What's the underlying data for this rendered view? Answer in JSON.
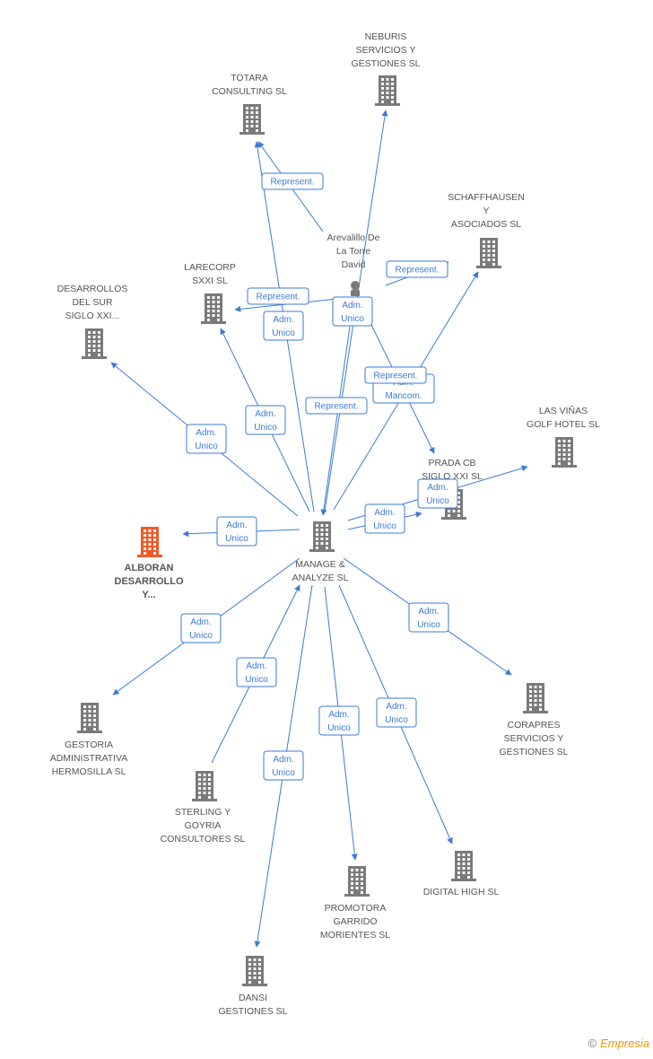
{
  "colors": {
    "building": "#7a7a7a",
    "highlight": "#f05a28",
    "edge": "#3a7bd5",
    "person": "#7a7a7a"
  },
  "nodes": [
    {
      "id": "manage",
      "type": "company",
      "lines": [
        "MANAGE &",
        "ANALYZE SL"
      ]
    },
    {
      "id": "alboran",
      "type": "company",
      "highlight": true,
      "lines": [
        "ALBORAN",
        "DESARROLLO",
        "Y..."
      ]
    },
    {
      "id": "neburis",
      "type": "company",
      "lines": [
        "NEBURIS",
        "SERVICIOS Y",
        "GESTIONES SL"
      ]
    },
    {
      "id": "totara",
      "type": "company",
      "lines": [
        "TOTARA",
        "CONSULTING  SL"
      ]
    },
    {
      "id": "schaffhausen",
      "type": "company",
      "lines": [
        "SCHAFFHAUSEN",
        "Y",
        "ASOCIADOS  SL"
      ]
    },
    {
      "id": "larecorp",
      "type": "company",
      "lines": [
        "LARECORP",
        "SXXI  SL"
      ]
    },
    {
      "id": "desarrollos",
      "type": "company",
      "lines": [
        "DESARROLLOS",
        "DEL SUR",
        "SIGLO XXI..."
      ]
    },
    {
      "id": "arevalillo",
      "type": "person",
      "lines": [
        "Arevalillo De",
        "La Torre",
        "David"
      ]
    },
    {
      "id": "lasvinas",
      "type": "company",
      "lines": [
        "LAS VIÑAS",
        "GOLF HOTEL  SL"
      ]
    },
    {
      "id": "prada",
      "type": "company",
      "lines": [
        "PRADA CB",
        "SIGLO XXI  SL"
      ]
    },
    {
      "id": "gestoria",
      "type": "company",
      "lines": [
        "GESTORIA",
        "ADMINISTRATIVA",
        "HERMOSILLA SL"
      ]
    },
    {
      "id": "corapres",
      "type": "company",
      "lines": [
        "CORAPRES",
        "SERVICIOS Y",
        "GESTIONES SL"
      ]
    },
    {
      "id": "sterling",
      "type": "company",
      "lines": [
        "STERLING Y",
        "GOYRIA",
        "CONSULTORES SL"
      ]
    },
    {
      "id": "digital",
      "type": "company",
      "lines": [
        "DIGITAL HIGH  SL"
      ]
    },
    {
      "id": "promotora",
      "type": "company",
      "lines": [
        "PROMOTORA",
        "GARRIDO",
        "MORIENTES  SL"
      ]
    },
    {
      "id": "dansi",
      "type": "company",
      "lines": [
        "DANSI",
        "GESTIONES  SL"
      ]
    }
  ],
  "edges": [
    {
      "from": "manage",
      "to": "alboran",
      "label": [
        "Adm.",
        "Unico"
      ]
    },
    {
      "from": "manage",
      "to": "desarrollos",
      "label": [
        "Adm.",
        "Unico"
      ]
    },
    {
      "from": "manage",
      "to": "larecorp",
      "label": [
        "Adm.",
        "Unico"
      ]
    },
    {
      "from": "manage",
      "to": "totara",
      "label": [
        "Adm.",
        "Unico"
      ]
    },
    {
      "from": "manage",
      "to": "neburis",
      "label": [
        "Represent."
      ]
    },
    {
      "from": "manage",
      "to": "schaffhausen",
      "label": [
        "Adm.",
        "Mancom."
      ]
    },
    {
      "from": "manage",
      "to": "prada",
      "label": [
        "Adm.",
        "Unico"
      ]
    },
    {
      "from": "manage",
      "to": "lasvinas",
      "label": [
        "Adm.",
        "Unico"
      ]
    },
    {
      "from": "manage",
      "to": "corapres",
      "label": [
        "Adm.",
        "Unico"
      ]
    },
    {
      "from": "manage",
      "to": "gestoria",
      "label": [
        "Adm.",
        "Unico"
      ]
    },
    {
      "from": "sterling",
      "to": "manage",
      "label": [
        "Adm.",
        "Unico"
      ]
    },
    {
      "from": "manage",
      "to": "dansi",
      "label": [
        "Adm.",
        "Unico"
      ]
    },
    {
      "from": "manage",
      "to": "promotora",
      "label": [
        "Adm.",
        "Unico"
      ]
    },
    {
      "from": "manage",
      "to": "digital",
      "label": [
        "Adm.",
        "Unico"
      ]
    },
    {
      "from": "arevalillo",
      "to": "manage",
      "label": [
        "Adm.",
        "Unico"
      ]
    },
    {
      "from": "arevalillo",
      "to": "totara",
      "label": [
        "Represent."
      ]
    },
    {
      "from": "arevalillo",
      "to": "larecorp",
      "label": [
        "Represent."
      ]
    },
    {
      "from": "arevalillo",
      "to": "schaffhausen",
      "label": [
        "Represent."
      ]
    },
    {
      "from": "arevalillo",
      "to": "prada",
      "label": [
        "Represent."
      ]
    }
  ],
  "footer": {
    "copyright": "©",
    "brand": "Empresia"
  }
}
